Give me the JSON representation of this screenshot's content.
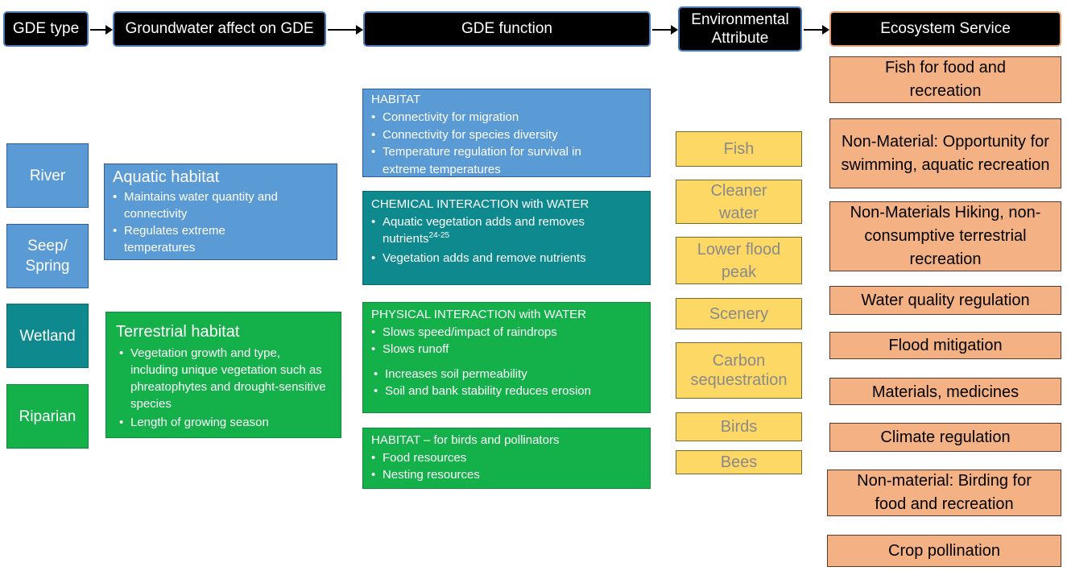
{
  "headers": {
    "gde_type": "GDE type",
    "groundwater_affect": "Groundwater affect on GDE",
    "gde_function": "GDE function",
    "environmental_attribute": "Environmental Attribute",
    "ecosystem_service": "Ecosystem Service"
  },
  "gde_types": [
    "River",
    "Seep/ Spring",
    "Wetland",
    "Riparian"
  ],
  "aquatic": {
    "title": "Aquatic habitat",
    "items": [
      "Maintains water quantity and connectivity",
      "Regulates extreme temperatures"
    ]
  },
  "terrestrial": {
    "title": "Terrestrial habitat",
    "items": [
      "Vegetation growth and type, including unique vegetation such as phreatophytes and drought-sensitive species",
      "Length of growing season"
    ]
  },
  "functions": {
    "habitat": {
      "title": "HABITAT",
      "items": [
        "Connectivity for migration",
        "Connectivity for species diversity",
        "Temperature regulation for survival in extreme temperatures"
      ]
    },
    "chemical": {
      "title": "CHEMICAL INTERACTION with WATER",
      "item1": "Aquatic vegetation adds and removes nutrients",
      "item1_sup": "24-25",
      "item2": "Vegetation adds and remove nutrients"
    },
    "physical": {
      "title": "PHYSICAL INTERACTION with WATER",
      "items": [
        "Slows speed/impact of raindrops",
        "Slows runoff",
        "Increases soil permeability",
        "Soil and bank stability reduces erosion"
      ]
    },
    "birds": {
      "title": "HABITAT – for birds and pollinators",
      "items": [
        "Food resources",
        "Nesting resources"
      ]
    }
  },
  "attributes": [
    "Fish",
    "Cleaner water",
    "Lower flood peak",
    "Scenery",
    "Carbon sequestration",
    "Birds",
    "Bees"
  ],
  "services": [
    "Fish for food and recreation",
    "Non-Material: Opportunity for swimming, aquatic recreation",
    "Non-Materials Hiking, non-consumptive terrestrial recreation",
    "Water quality regulation",
    "Flood mitigation",
    "Materials, medicines",
    "Climate regulation",
    "Non-material: Birding for food and recreation",
    "Crop pollination"
  ]
}
